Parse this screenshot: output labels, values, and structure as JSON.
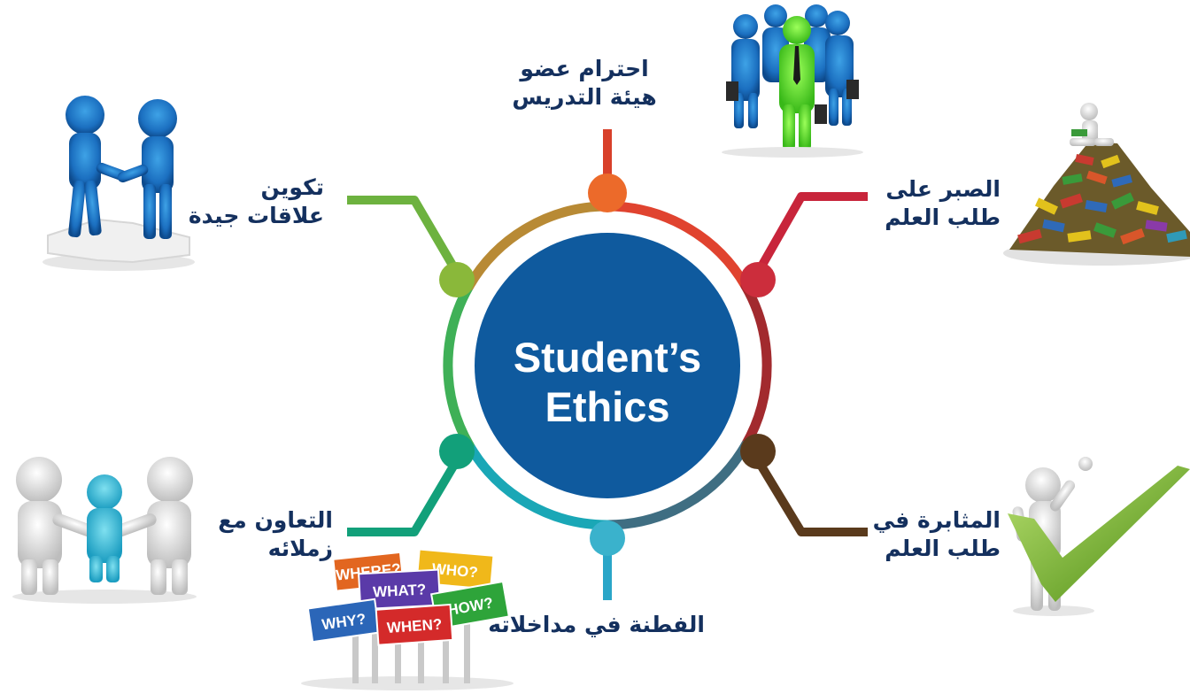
{
  "center": {
    "line1": "Student’s",
    "line2": "Ethics",
    "color": "#0f5a9e"
  },
  "nodes": [
    {
      "id": "top",
      "line1": "احترام عضو",
      "line2": "هيئة التدريس",
      "color": "#e8552a",
      "illustration": "team-leader-figures"
    },
    {
      "id": "top-right",
      "line1": "الصبر على",
      "line2": "طلب العلم",
      "color": "#c8253b",
      "illustration": "figure-reading-on-books-pile"
    },
    {
      "id": "bottom-right",
      "line1": "المثابرة في",
      "line2": "طلب العلم",
      "color": "#5a3a1c",
      "illustration": "figure-with-checkmark"
    },
    {
      "id": "bottom",
      "line1": "الفطنة في مداخلاته",
      "line2": "",
      "color": "#2aa6c8",
      "illustration": "question-signs"
    },
    {
      "id": "bottom-left",
      "line1": "التعاون مع",
      "line2": "زملائه",
      "color": "#12a07a",
      "illustration": "figures-cooperating"
    },
    {
      "id": "top-left",
      "line1": "تكوين",
      "line2": "علاقات جيدة",
      "color": "#6db23f",
      "illustration": "handshake-on-puzzle"
    }
  ],
  "signs": [
    "WHERE?",
    "WHO?",
    "WHAT?",
    "HOW?",
    "WHY?",
    "WHEN?"
  ]
}
